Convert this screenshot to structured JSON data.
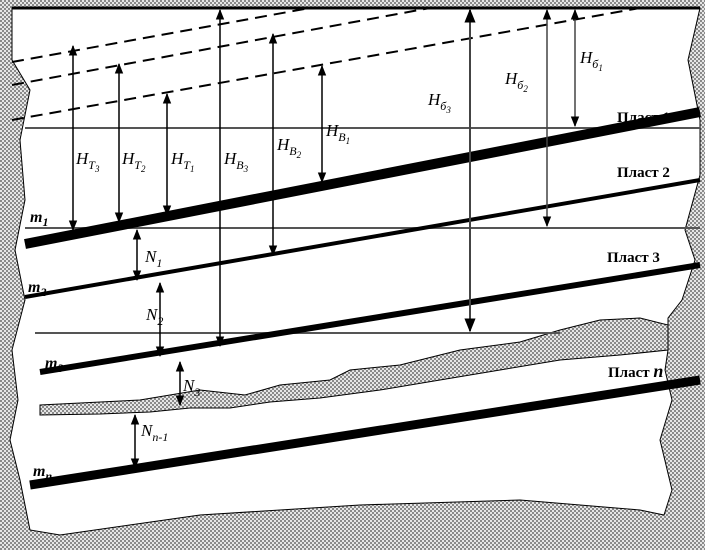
{
  "seams": [
    {
      "name": "Пласт 1"
    },
    {
      "name": "Пласт 2"
    },
    {
      "name": "Пласт 3"
    },
    {
      "name": "Пласт ",
      "suffix": "n"
    }
  ],
  "thickness_labels": [
    {
      "base": "m",
      "sub": "1"
    },
    {
      "base": "m",
      "sub": "2"
    },
    {
      "base": "m",
      "sub": "3"
    },
    {
      "base": "m",
      "sub": "n"
    }
  ],
  "interval_labels": [
    {
      "base": "N",
      "sub": "1"
    },
    {
      "base": "N",
      "sub": "2"
    },
    {
      "base": "N",
      "sub": "3"
    },
    {
      "base": "N",
      "sub": "n-1"
    }
  ],
  "depth_labels": {
    "HT": [
      {
        "base": "H",
        "sub": "T",
        "subsub": "3"
      },
      {
        "base": "H",
        "sub": "T",
        "subsub": "2"
      },
      {
        "base": "H",
        "sub": "T",
        "subsub": "1"
      }
    ],
    "HB": [
      {
        "base": "H",
        "sub": "В",
        "subsub": "3"
      },
      {
        "base": "H",
        "sub": "В",
        "subsub": "2"
      },
      {
        "base": "H",
        "sub": "В",
        "subsub": "1"
      }
    ],
    "Hb": [
      {
        "base": "H",
        "sub": "б",
        "subsub": "3"
      },
      {
        "base": "H",
        "sub": "б",
        "subsub": "2"
      },
      {
        "base": "H",
        "sub": "б",
        "subsub": "1"
      }
    ]
  },
  "colors": {
    "rock": "#b8b8b8",
    "line": "#000000",
    "arrow": "#444444"
  }
}
